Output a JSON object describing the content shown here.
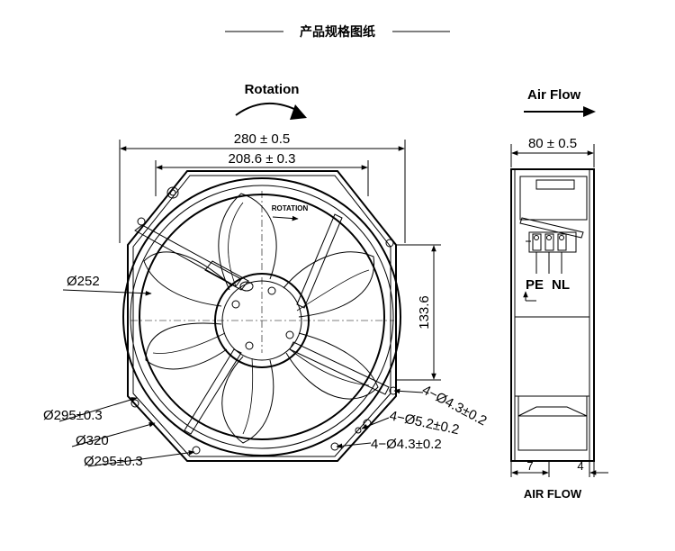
{
  "header": {
    "title": "产品规格图纸"
  },
  "front_view": {
    "rotation_label": "Rotation",
    "blade_text": "ROTATION",
    "dims": {
      "overall_width": "280 ± 0.5",
      "hole_spacing": "208.6 ± 0.3",
      "vertical_spacing": "133.6",
      "venturi_diameter": "Ø252",
      "diameter_a": "Ø295±0.3",
      "outer_diameter": "Ø320",
      "diameter_b": "Ø295±0.3",
      "holes_a": "4−Ø4.3±0.2",
      "holes_b": "4−Ø5.2±0.2",
      "holes_c": "4−Ø4.3±0.2"
    }
  },
  "side_view": {
    "airflow_label": "Air Flow",
    "depth": "80 ± 0.5",
    "terminal_pe": "PE",
    "terminal_nl": "NL",
    "dim_left": "7",
    "dim_right": "4",
    "bottom_label": "AIR FLOW"
  }
}
